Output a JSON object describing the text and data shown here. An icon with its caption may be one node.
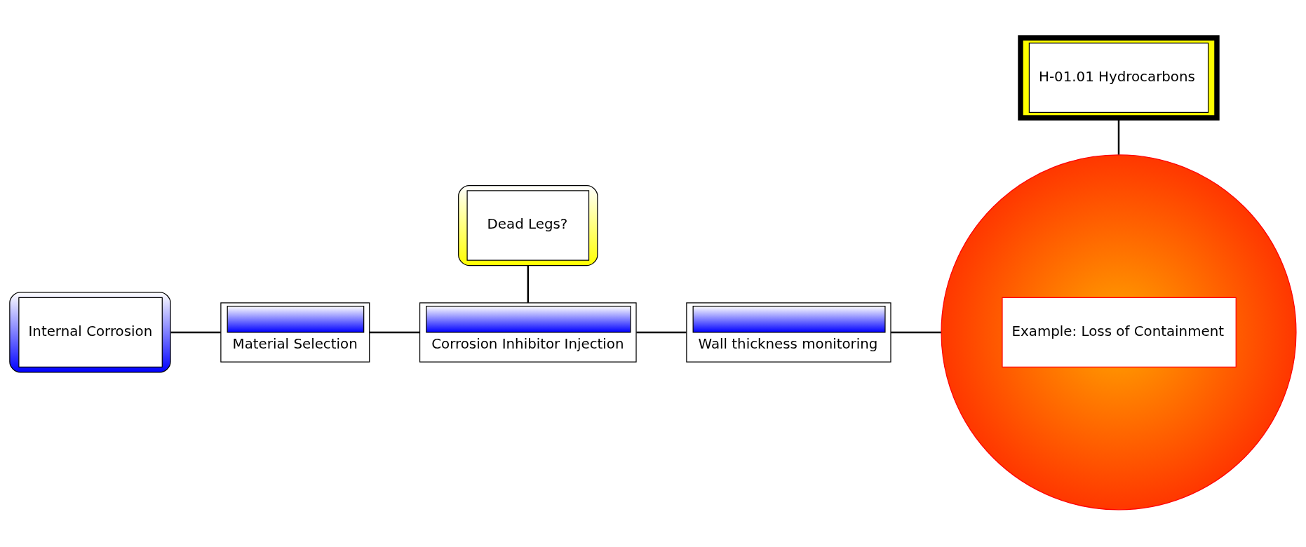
{
  "diagram": {
    "nodes": [
      {
        "text": [
          "Internal Corrosion"
        ]
      },
      {
        "text": [
          "Material Selection"
        ]
      },
      {
        "text": [
          "Corrosion Inhibitor Injection"
        ]
      },
      {
        "text": [
          "Wall thickness monitoring"
        ]
      },
      {
        "text": [
          "Dead Legs?"
        ]
      },
      {
        "text": [
          "Example: Loss of Containment"
        ]
      },
      {
        "text": [
          "H-01.01 Hydrocarbons"
        ]
      }
    ],
    "edges": [
      {
        "from": 0,
        "to": 1,
        "arrow": "none"
      },
      {
        "from": 1,
        "to": 2,
        "arrow": "none"
      },
      {
        "from": 2,
        "to": 3,
        "arrow": "none"
      },
      {
        "from": 3,
        "to": 5,
        "arrow": "none"
      },
      {
        "from": 4,
        "to": 2,
        "arrow": "none"
      },
      {
        "from": 6,
        "to": 5,
        "arrow": "none"
      }
    ]
  }
}
